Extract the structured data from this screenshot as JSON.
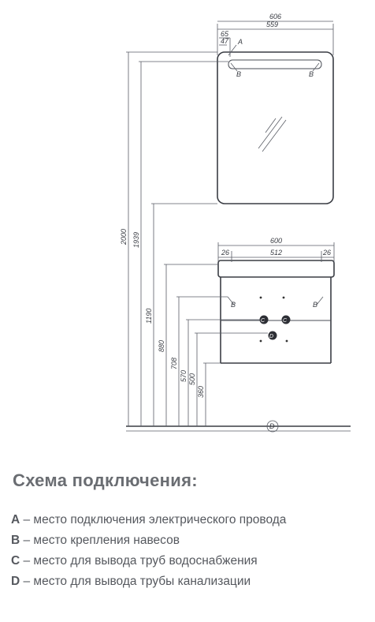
{
  "diagram": {
    "mirror": {
      "width_total": "606",
      "width_inner": "559",
      "offset_top": "65",
      "offset_side": "47",
      "label_a": "A",
      "label_b_left": "B",
      "label_b_right": "B"
    },
    "cabinet": {
      "width_total": "600",
      "width_inner": "512",
      "offset_left": "26",
      "offset_right": "26",
      "label_b_left": "B",
      "label_b_right": "B",
      "label_c_left": "C",
      "label_c_right": "C",
      "label_d": "D"
    },
    "heights": [
      "2000",
      "1939",
      "1190",
      "880",
      "708",
      "570",
      "500",
      "360"
    ],
    "floor_label_d": "D"
  },
  "legend": {
    "title": "Схема подключения:",
    "items": [
      {
        "key": "A",
        "text": " – место подключения электрического провода"
      },
      {
        "key": "B",
        "text": " – место крепления навесов"
      },
      {
        "key": "C",
        "text": " – место для вывода труб водоснабжения"
      },
      {
        "key": "D",
        "text": " – место для вывода трубы канализации"
      }
    ]
  }
}
